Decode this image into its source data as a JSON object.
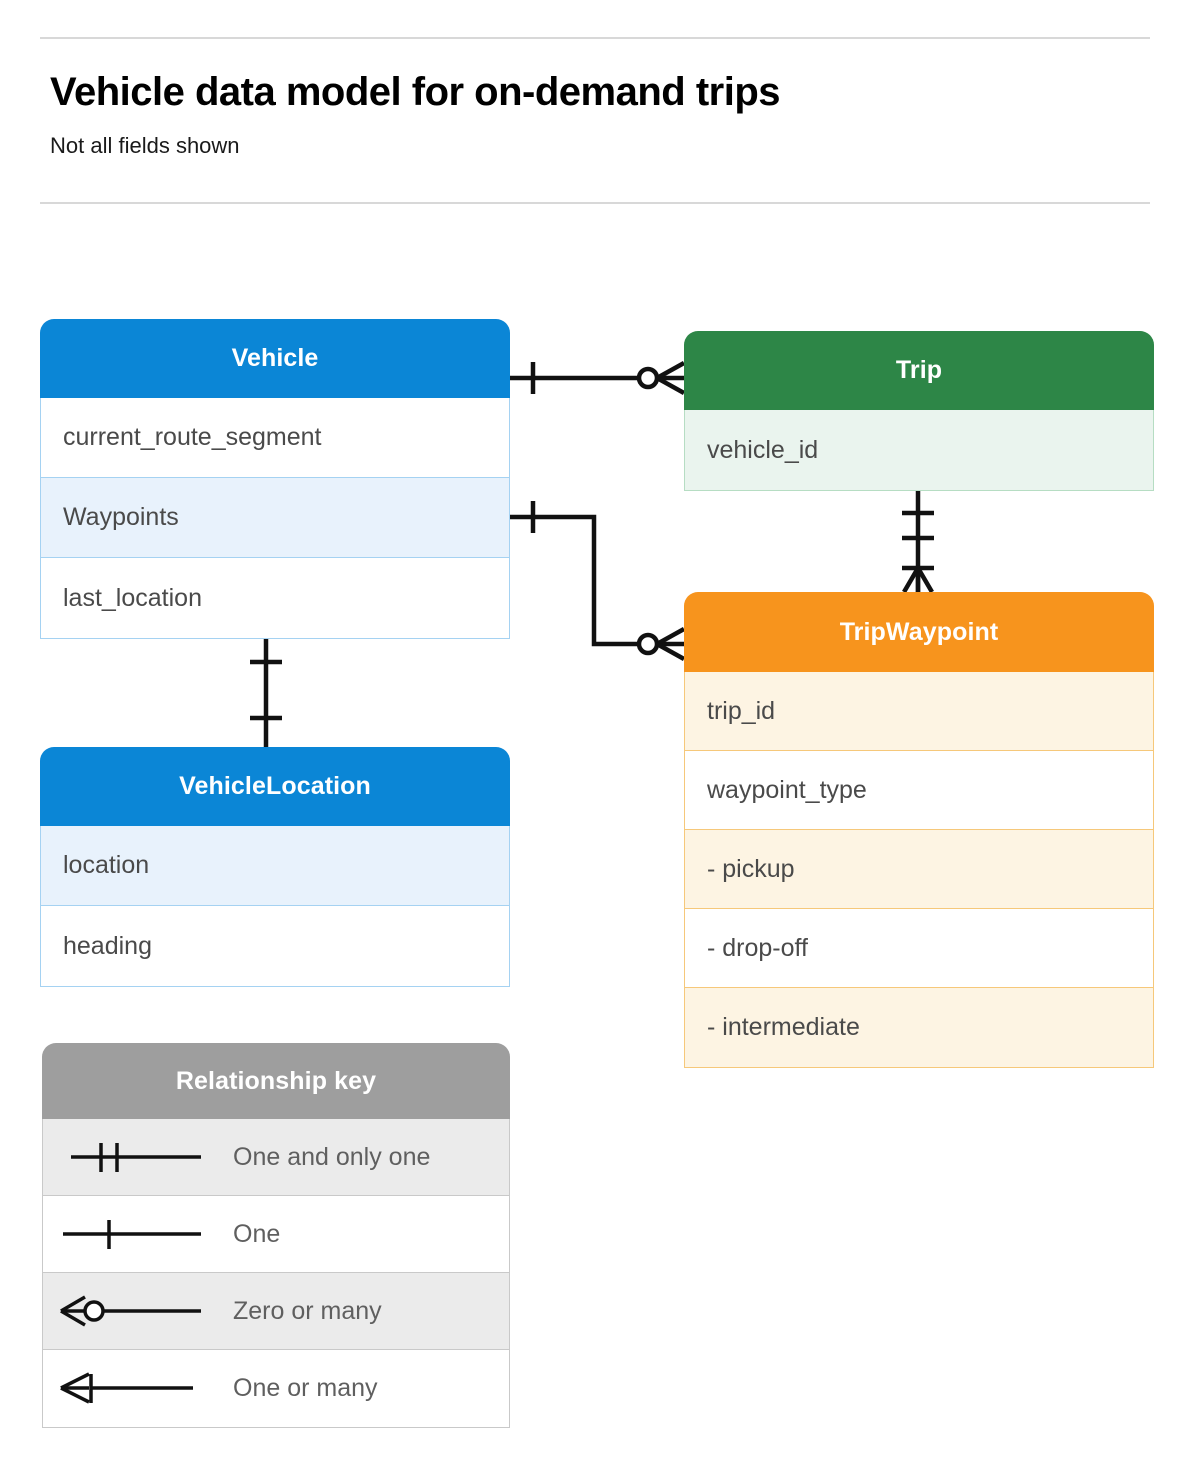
{
  "header": {
    "title": "Vehicle data model for on-demand trips",
    "subtitle": "Not all fields shown"
  },
  "entities": [
    {
      "id": "vehicle",
      "name": "Vehicle",
      "color": "#0b86d6",
      "rows": [
        "current_route_segment",
        "Waypoints",
        "last_location"
      ]
    },
    {
      "id": "vehiclelocation",
      "name": "VehicleLocation",
      "color": "#0b86d6",
      "rows": [
        "location",
        "heading"
      ]
    },
    {
      "id": "trip",
      "name": "Trip",
      "color": "#2d8647",
      "rows": [
        "vehicle_id"
      ]
    },
    {
      "id": "tripwaypoint",
      "name": "TripWaypoint",
      "color": "#f7941d",
      "rows": [
        "trip_id",
        "waypoint_type",
        "-  pickup",
        "-  drop-off",
        "-  intermediate"
      ]
    }
  ],
  "legend": {
    "title": "Relationship key",
    "items": [
      {
        "symbol": "one-and-only-one",
        "label": "One and only one"
      },
      {
        "symbol": "one",
        "label": "One"
      },
      {
        "symbol": "zero-or-many",
        "label": "Zero or many"
      },
      {
        "symbol": "one-or-many",
        "label": "One or many"
      }
    ]
  },
  "relationships": [
    {
      "from": "Vehicle",
      "to": "Trip",
      "from_cardinality": "one",
      "to_cardinality": "zero-or-many"
    },
    {
      "from": "Vehicle.Waypoints",
      "to": "TripWaypoint",
      "from_cardinality": "one",
      "to_cardinality": "zero-or-many"
    },
    {
      "from": "Trip",
      "to": "TripWaypoint",
      "from_cardinality": "one-and-only-one",
      "to_cardinality": "one-or-many"
    },
    {
      "from": "Vehicle",
      "to": "VehicleLocation",
      "from_cardinality": "one",
      "to_cardinality": "one"
    }
  ]
}
